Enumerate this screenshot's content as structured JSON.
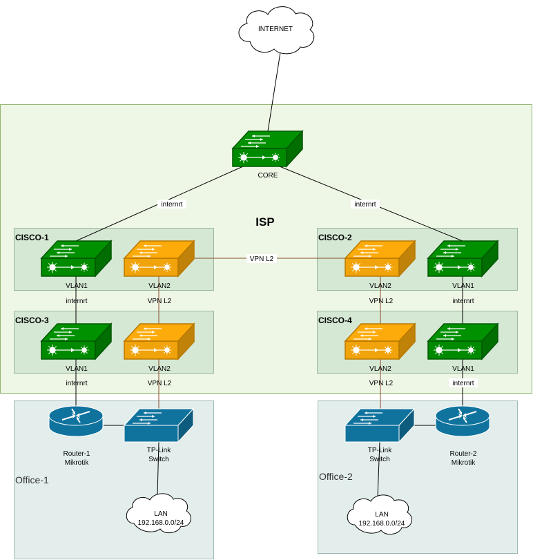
{
  "colors": {
    "isp_bg": "#eef6e6",
    "isp_border": "#8fb56e",
    "group_bg": "#d5e8d4",
    "group_border": "#9ab89a",
    "office_bg": "#e3eeec",
    "office_border": "#9fb8b5",
    "switch_green": "#008a00",
    "switch_orange": "#f0a30a",
    "network_blue": "#10739e",
    "link": "#000000",
    "vpn_link": "#8a4a2a"
  },
  "internet": {
    "label": "INTERNET"
  },
  "isp": {
    "label": "ISP"
  },
  "core": {
    "label": "CORE"
  },
  "groups": [
    {
      "label": "CISCO-1"
    },
    {
      "label": "CISCO-2"
    },
    {
      "label": "CISCO-3"
    },
    {
      "label": "CISCO-4"
    }
  ],
  "switches": {
    "c1_vlan1": "VLAN1",
    "c1_vlan2": "VLAN2",
    "c2_vlan2": "VLAN2",
    "c2_vlan1": "VLAN1",
    "c3_vlan1": "VLAN1",
    "c3_vlan2": "VLAN2",
    "c4_vlan2": "VLAN2",
    "c4_vlan1": "VLAN1"
  },
  "links": {
    "core_c1": "internrt",
    "core_c2": "internrt",
    "vpn_c1_c2": "VPN L2",
    "c1_c3_vlan1": "internrt",
    "c1_c3_vlan2": "VPN L2",
    "c2_c4_vlan2": "VPN L2",
    "c2_c4_vlan1": "internrt",
    "c3_router1": "internrt",
    "c3_tplink1": "VPN L2",
    "c4_tplink2": "VPN L2",
    "c4_router2": "internrt"
  },
  "offices": [
    {
      "label": "Office-1",
      "router": {
        "line1": "Router-1",
        "line2": "Mikrotik"
      },
      "switch": {
        "line1": "TP-Link",
        "line2": "Switch"
      },
      "lan": {
        "line1": "LAN",
        "line2": "192.168.0.0/24"
      }
    },
    {
      "label": "Office-2",
      "router": {
        "line1": "Router-2",
        "line2": "Mikrotik"
      },
      "switch": {
        "line1": "TP-Link",
        "line2": "Switch"
      },
      "lan": {
        "line1": "LAN",
        "line2": "192.168.0.0/24"
      }
    }
  ]
}
